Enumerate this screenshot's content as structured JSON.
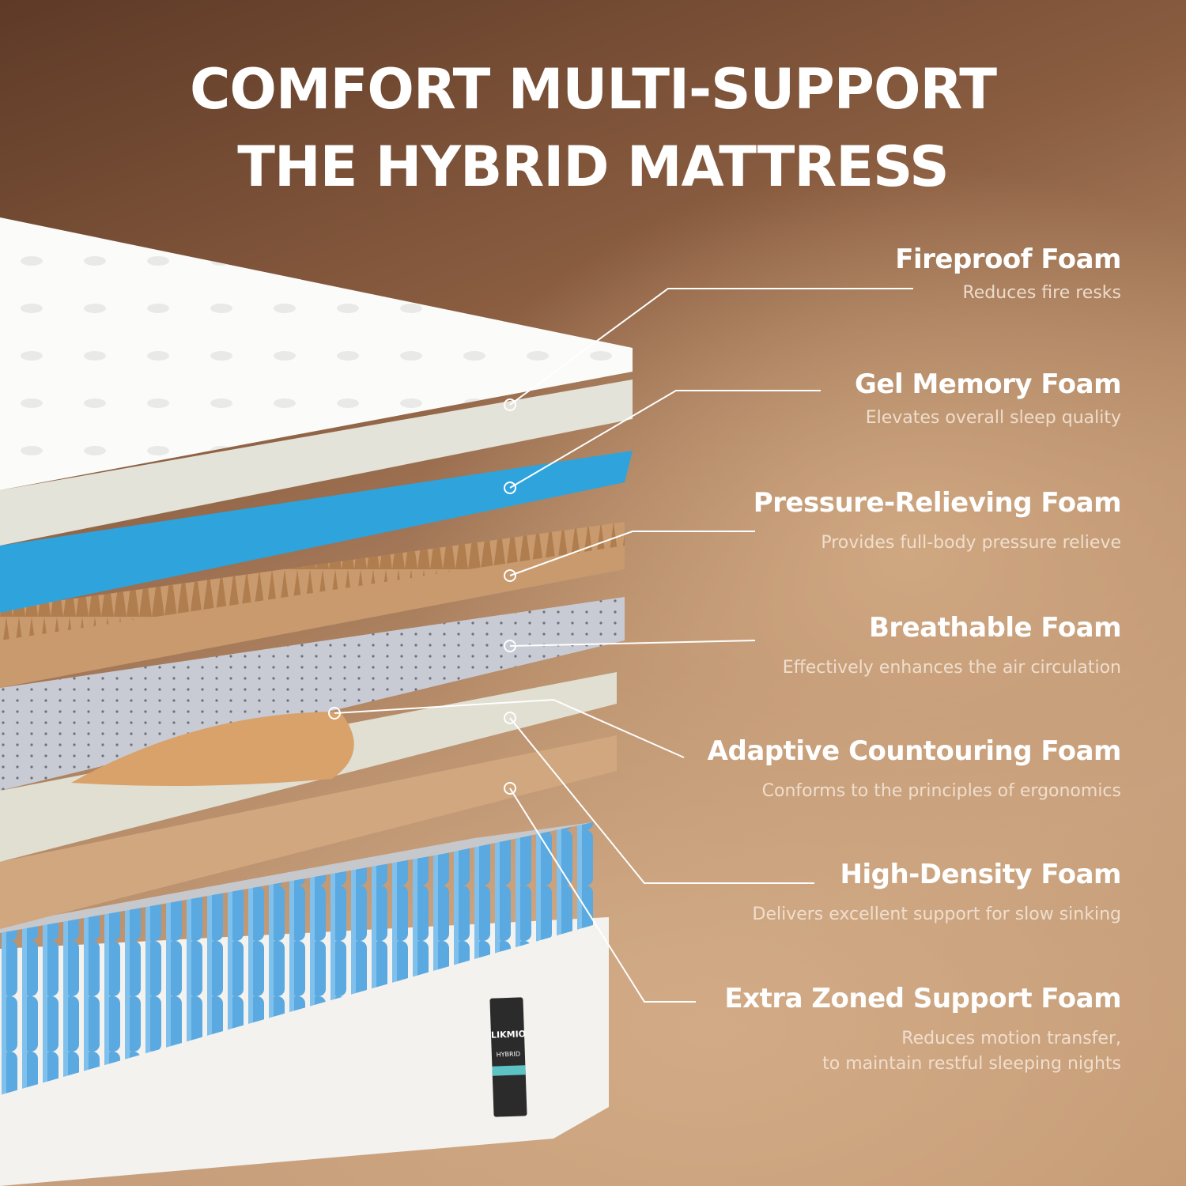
{
  "title": {
    "line1": "COMFORT MULTI-SUPPORT",
    "line2": "THE HYBRID MATTRESS"
  },
  "layers": [
    {
      "name": "Fireproof Foam",
      "desc": "Reduces fire resks"
    },
    {
      "name": "Gel Memory Foam",
      "desc": "Elevates overall sleep quality"
    },
    {
      "name": "Pressure-Relieving Foam",
      "desc": "Provides full-body pressure relieve"
    },
    {
      "name": "Breathable Foam",
      "desc": "Effectively enhances the air circulation"
    },
    {
      "name": "Adaptive Countouring Foam",
      "desc": "Conforms to the principles of ergonomics"
    },
    {
      "name": "High-Density Foam",
      "desc": "Delivers excellent support for slow sinking"
    },
    {
      "name": "Extra Zoned Support Foam",
      "desc": "Reduces motion transfer,",
      "desc2": "to maintain restful sleeping nights"
    }
  ],
  "label_tag": {
    "brand": "LIKMIO",
    "model": "HYBRID"
  },
  "colors": {
    "gel_blue": "#2fa3dc",
    "pressure_foam": "#c89a6e",
    "breathable": "#c9cbd4",
    "coil_blue": "#5aa9e0",
    "background": "#c59b74"
  }
}
